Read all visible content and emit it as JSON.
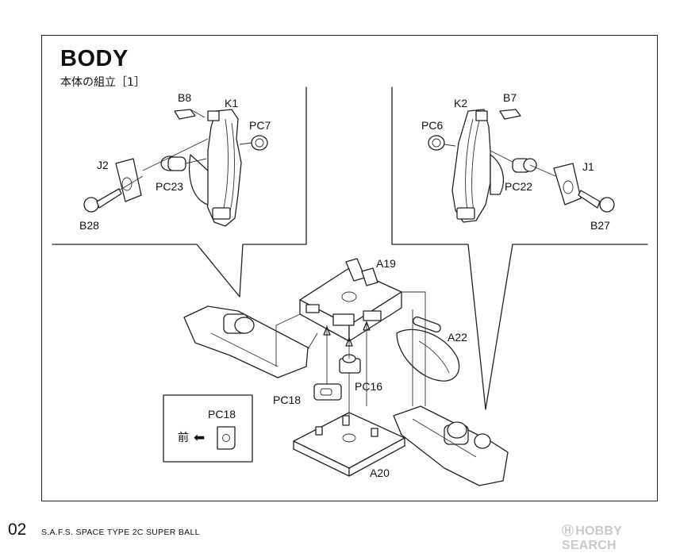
{
  "heading": {
    "title": "BODY",
    "subtitle": "本体の組立［1］"
  },
  "parts": {
    "b8": "B8",
    "k1": "K1",
    "pc7": "PC7",
    "j2": "J2",
    "pc23": "PC23",
    "b28": "B28",
    "k2": "K2",
    "b7": "B7",
    "pc6": "PC6",
    "j1": "J1",
    "pc22": "PC22",
    "b27": "B27",
    "a19": "A19",
    "a22": "A22",
    "pc16": "PC16",
    "pc18": "PC18",
    "a20": "A20"
  },
  "inset": {
    "part": "PC18",
    "direction_label": "前"
  },
  "footer": {
    "page_number": "02",
    "product": "S.A.F.S. SPACE TYPE 2C  SUPER BALL"
  },
  "watermark": {
    "text": "HOBBY SEARCH"
  },
  "icons": [
    "arrow-left-icon",
    "hobbysearch-logo-icon"
  ]
}
